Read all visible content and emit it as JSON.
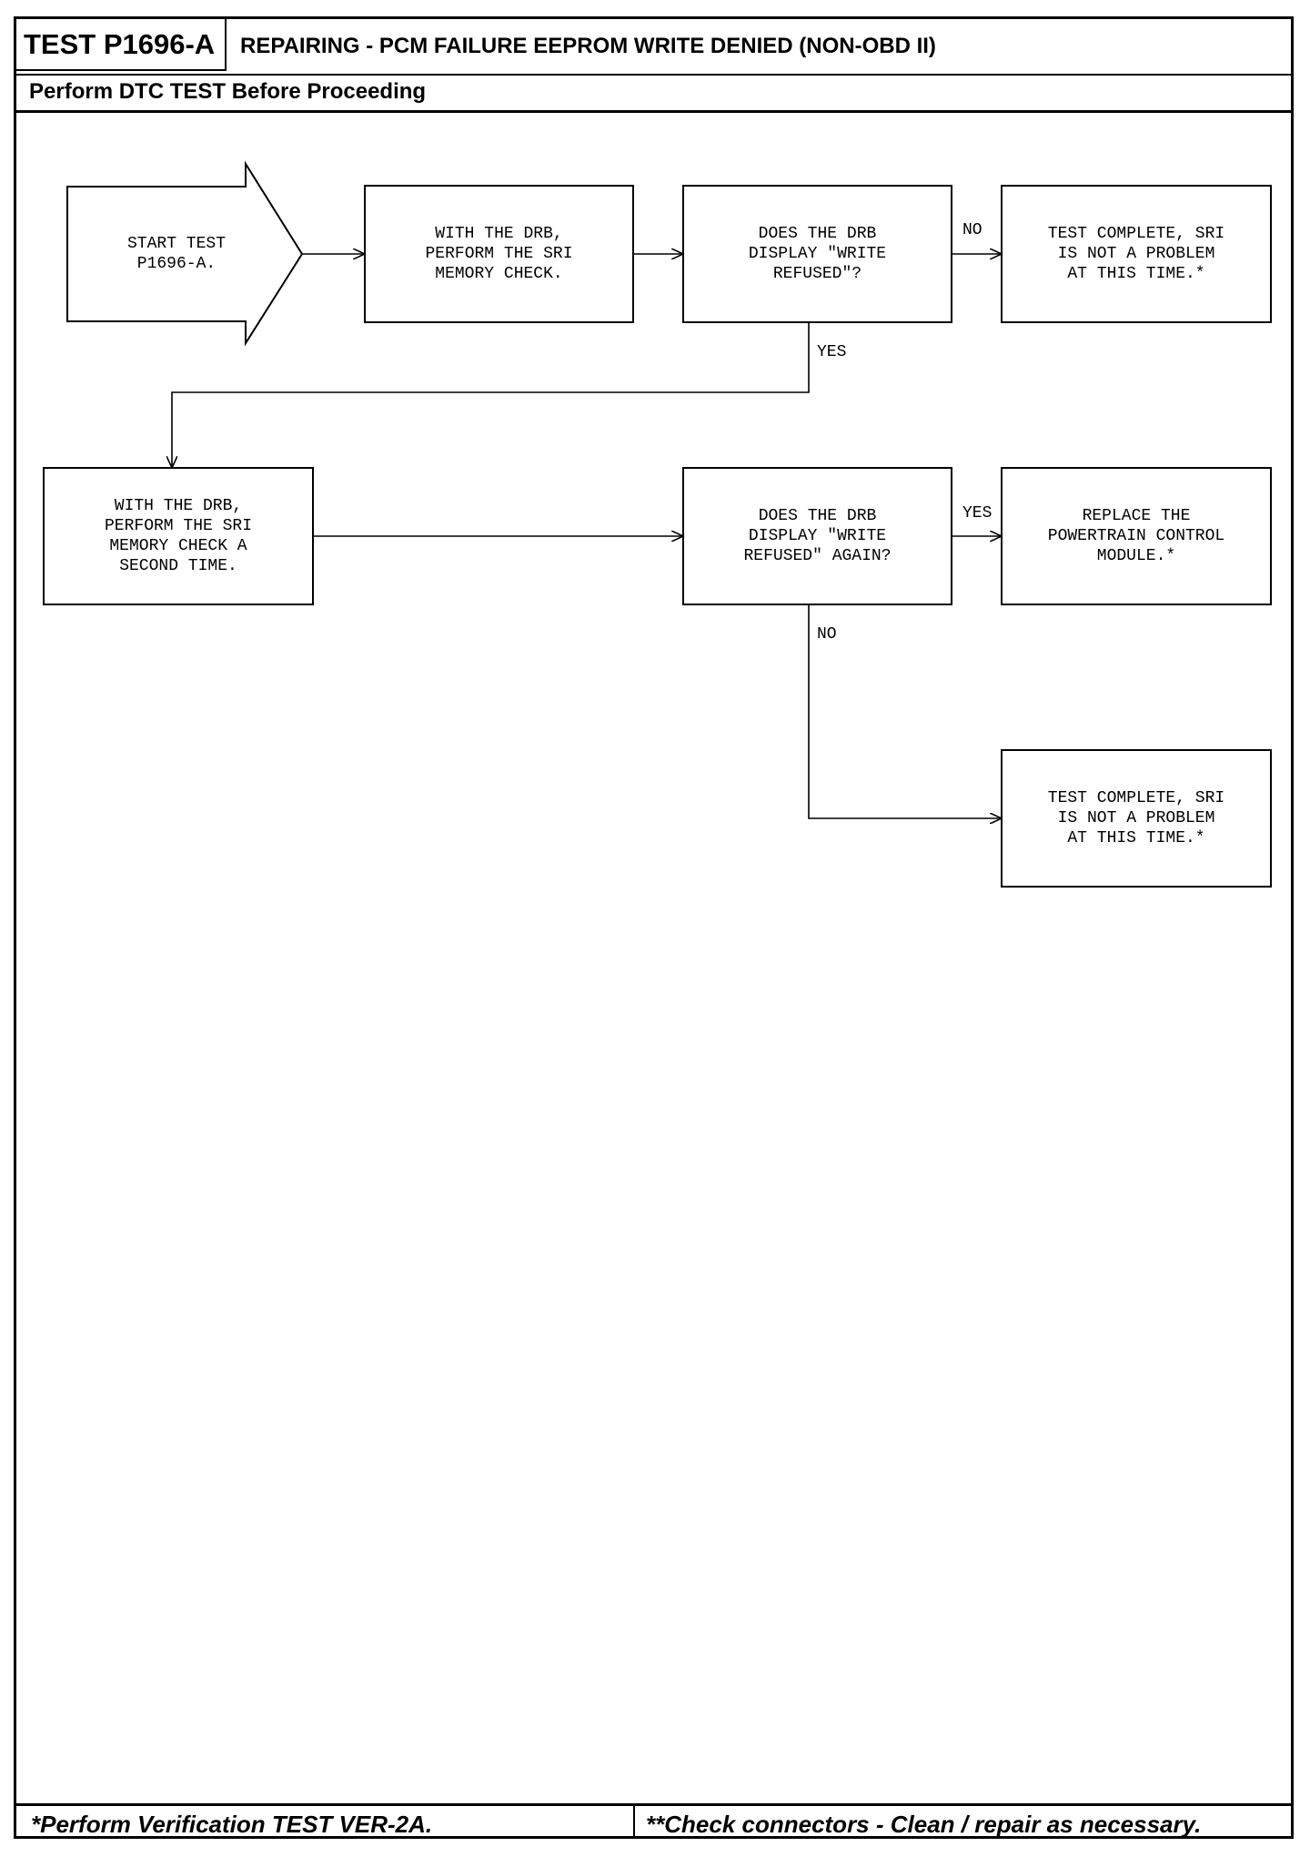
{
  "header": {
    "test_id": "TEST P1696-A",
    "title": "REPAIRING - PCM FAILURE EEPROM WRITE DENIED (NON-OBD II)",
    "subtitle": "Perform DTC TEST Before Proceeding"
  },
  "flowchart": {
    "start": "START TEST\nP1696-A.",
    "step_memory_check": "WITH THE DRB,\nPERFORM THE SRI\nMEMORY CHECK.",
    "question_write_refused": "DOES THE DRB\nDISPLAY \"WRITE\nREFUSED\"?",
    "result_complete_1": "TEST COMPLETE, SRI\nIS NOT A PROBLEM\nAT THIS TIME.*",
    "step_second_check": "WITH THE DRB,\nPERFORM THE SRI\nMEMORY CHECK A\nSECOND TIME.",
    "question_again": "DOES THE DRB\nDISPLAY \"WRITE\nREFUSED\" AGAIN?",
    "result_replace_pcm": "REPLACE THE\nPOWERTRAIN CONTROL\nMODULE.*",
    "result_complete_2": "TEST COMPLETE, SRI\nIS NOT A PROBLEM\nAT THIS TIME.*",
    "labels": {
      "no_1": "NO",
      "yes_1": "YES",
      "yes_2": "YES",
      "no_2": "NO"
    }
  },
  "footer": {
    "left": "*Perform Verification TEST VER-2A.",
    "right": "**Check connectors - Clean / repair as necessary."
  }
}
